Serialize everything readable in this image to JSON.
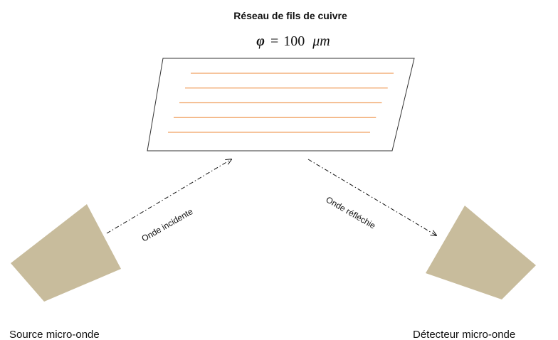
{
  "title": "Réseau de fils de cuivre",
  "formula": {
    "symbol": "φ",
    "equals": "=",
    "value": "100",
    "unit": "μm"
  },
  "labels": {
    "incident_wave": "Onde incidente",
    "reflected_wave": "Onde réfléchie",
    "source": "Source micro-onde",
    "detector": "Détecteur micro-onde"
  },
  "colors": {
    "wire": "#f0a060",
    "horn": "#c8bc9c",
    "outline": "#333333",
    "text": "#111111"
  },
  "wire_count": 5
}
